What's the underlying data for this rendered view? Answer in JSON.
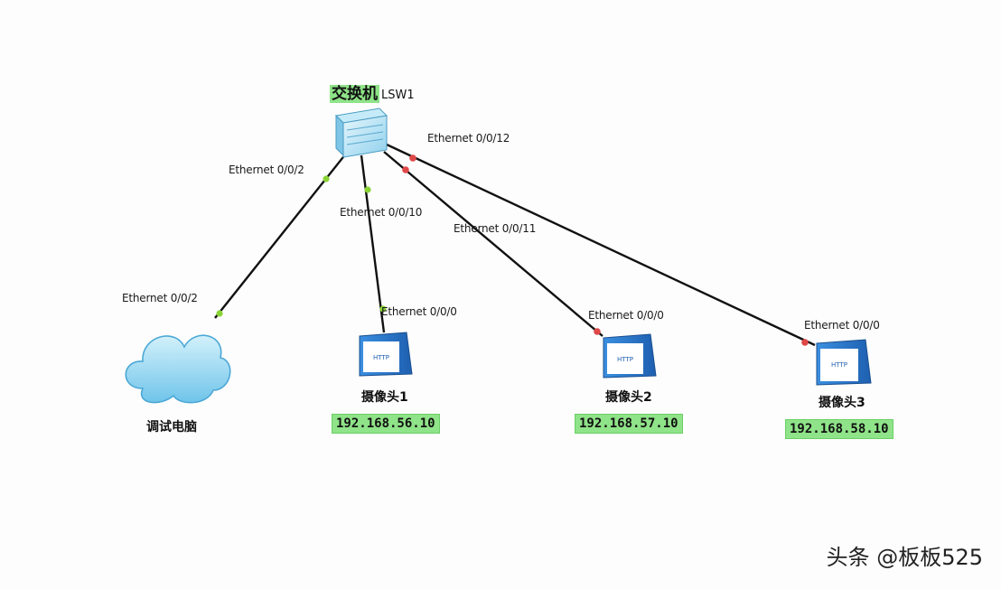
{
  "switch": {
    "name": "交换机",
    "tag": "LSW1"
  },
  "links": [
    {
      "switch_port": "Ethernet 0/0/2",
      "device_port": "Ethernet 0/0/2",
      "status_color": "#8ad435"
    },
    {
      "switch_port": "Ethernet 0/0/10",
      "device_port": "Ethernet 0/0/0",
      "status_color": "#8ad435"
    },
    {
      "switch_port": "Ethernet 0/0/11",
      "device_port": "Ethernet 0/0/0",
      "status_color": "#e04848"
    },
    {
      "switch_port": "Ethernet 0/0/12",
      "device_port": "Ethernet 0/0/0",
      "status_color": "#e04848"
    }
  ],
  "devices": {
    "pc": {
      "name": "调试电脑"
    },
    "cam1": {
      "name": "摄像头1",
      "ip": "192.168.56.10"
    },
    "cam2": {
      "name": "摄像头2",
      "ip": "192.168.57.10"
    },
    "cam3": {
      "name": "摄像头3",
      "ip": "192.168.58.10"
    }
  },
  "watermark": "头条 @板板525",
  "colors": {
    "link": "#111111",
    "up": "#8ad435",
    "down": "#e04848",
    "ip_highlight": "#8fe388",
    "device_body": "#2f7fd0"
  }
}
